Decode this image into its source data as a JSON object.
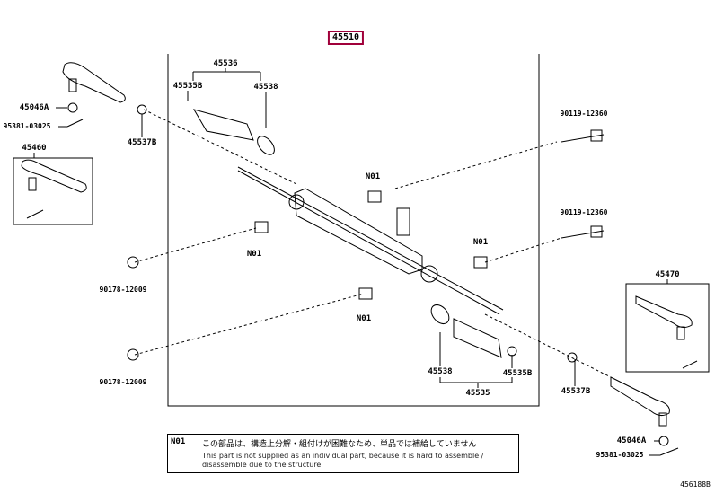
{
  "main_part": "45510",
  "labels": {
    "p45536": "45536",
    "p45535b_top": "45535B",
    "p45538_top": "45538",
    "p45046a_left": "45046A",
    "p95381_left": "95381-03025",
    "p45537b_left": "45537B",
    "p45460": "45460",
    "p90119_a": "90119-12360",
    "n01_a": "N01",
    "p90119_b": "90119-12360",
    "n01_b": "N01",
    "n01_c": "N01",
    "p90178_a": "90178-12009",
    "n01_d": "N01",
    "p45470": "45470",
    "p90178_b": "90178-12009",
    "p45538_bottom": "45538",
    "p45535b_bottom": "45535B",
    "p45535": "45535",
    "p45537b_right": "45537B",
    "p45046a_right": "45046A",
    "p95381_right": "95381-03025",
    "figure_id": "456188B"
  },
  "note": {
    "code": "N01",
    "japanese": "この部品は、構造上分解・組付けが困難なため、単品では補給していません",
    "english": "This part is not supplied as an individual part, because it is hard to assemble / disassemble due to the structure"
  }
}
